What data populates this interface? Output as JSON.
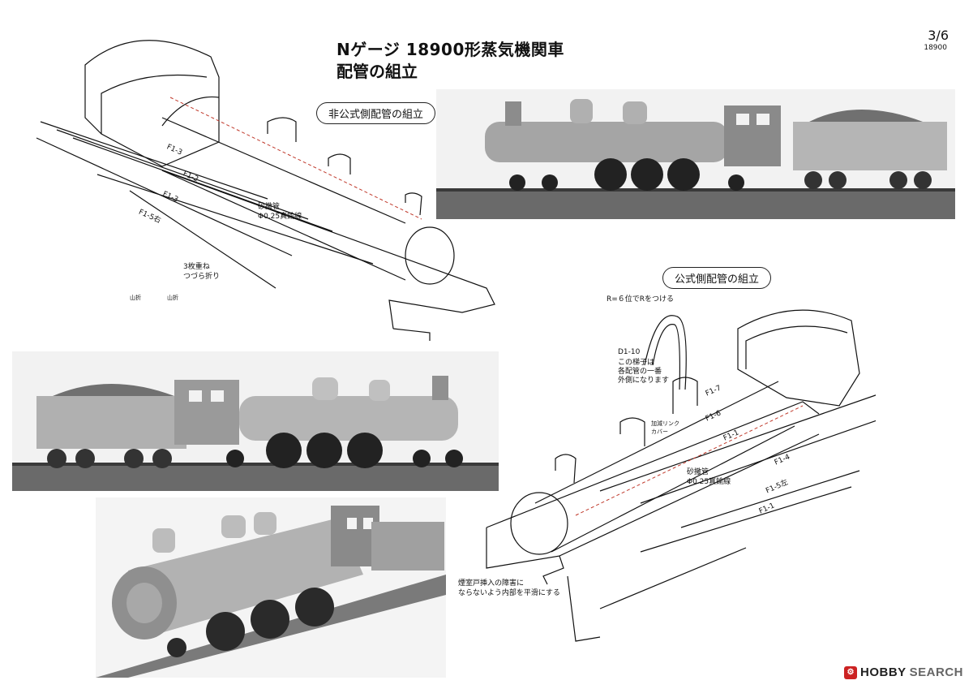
{
  "header": {
    "title_line1": "Nゲージ 18900形蒸気機関車",
    "title_line2": "配管の組立",
    "page_number": "3/6",
    "page_code": "18900"
  },
  "section_left": {
    "heading": "非公式側配管の組立",
    "labels": {
      "f1_3a": "F1-3",
      "f1_2": "F1-2",
      "f1_3b": "F1-3",
      "f1_5": "F1-5右",
      "sand_pipe": "砂撒管",
      "sand_wire": "Φ0.25真鍮線",
      "fold_note1": "3枚重ね",
      "fold_note2": "つづら折り",
      "mountain": "山折",
      "valley": "山折"
    }
  },
  "section_right": {
    "heading": "公式側配管の組立",
    "labels": {
      "radius_note": "R=６位でRをつける",
      "d1_10": "D1-10",
      "ladder_note1": "この梯子は",
      "ladder_note2": "各配管の一番",
      "ladder_note3": "外側になります",
      "link_cover1": "加減リンク",
      "link_cover2": "カバー",
      "f1_7": "F1-7",
      "f1_6": "F1-6",
      "f1_1a": "F1-1",
      "f1_4": "F1-4",
      "f1_5": "F1-5左",
      "f1_1b": "F1-1",
      "sand_pipe": "砂撒管",
      "sand_wire": "Φ0.25真鍮線",
      "smokebox_note1": "煙室戸挿入の障害に",
      "smokebox_note2": "ならないよう内部を平滑にする"
    }
  },
  "watermark": {
    "icon": "hobby-icon",
    "brand": "HOBBY",
    "word": "SEARCH"
  },
  "colors": {
    "ink": "#111111",
    "photo_bg": "#f2f2f2",
    "ballast": "#6a6a6a",
    "metal": "#9a9a9a",
    "pipe_red": "#c0392b",
    "watermark_red": "#cc2222"
  }
}
